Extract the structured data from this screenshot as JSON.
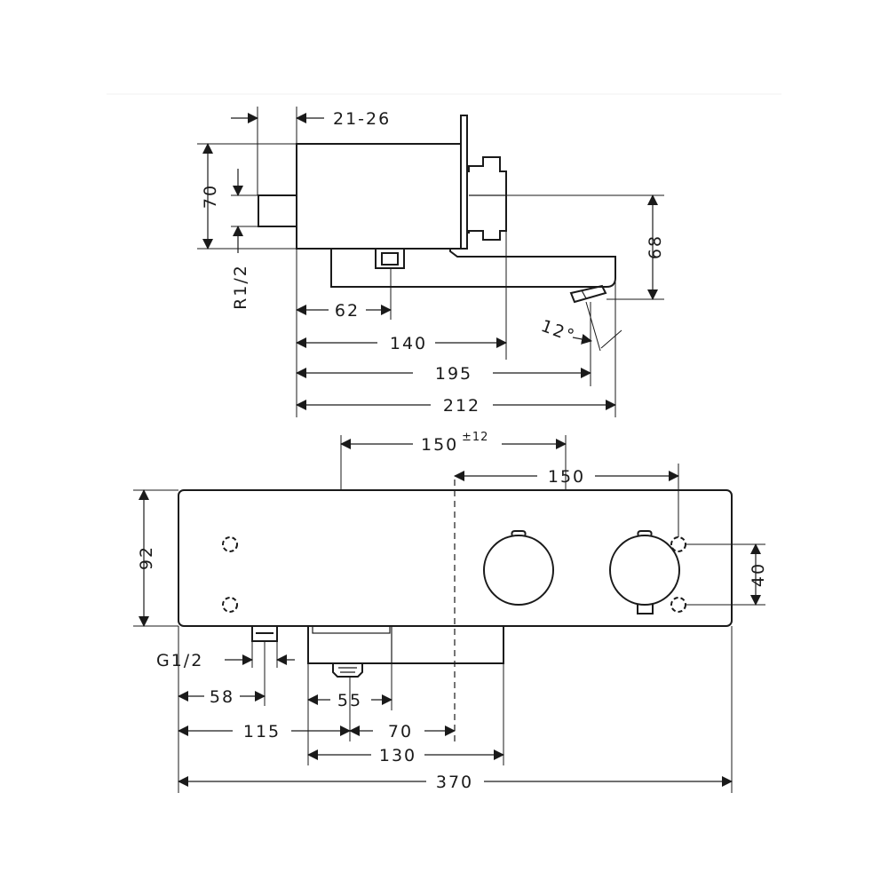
{
  "side_view": {
    "dims": {
      "wall_gap": "21-26",
      "height": "70",
      "thread": "R1/2",
      "spout_drop": "68",
      "spout_outlet": "62",
      "width_140": "140",
      "width_195": "195",
      "width_212": "212",
      "angle": "12°"
    }
  },
  "front_view": {
    "dims": {
      "center_150_tol": "150",
      "tolerance": "±12",
      "center_150": "150",
      "height": "92",
      "hole_spacing": "40",
      "thread": "G1/2",
      "d58": "58",
      "d55": "55",
      "d115": "115",
      "d70": "70",
      "d130": "130",
      "d370": "370"
    }
  },
  "colors": {
    "line": "#1a1a1a",
    "background": "#ffffff",
    "top_rule": "#f0f0f0"
  }
}
